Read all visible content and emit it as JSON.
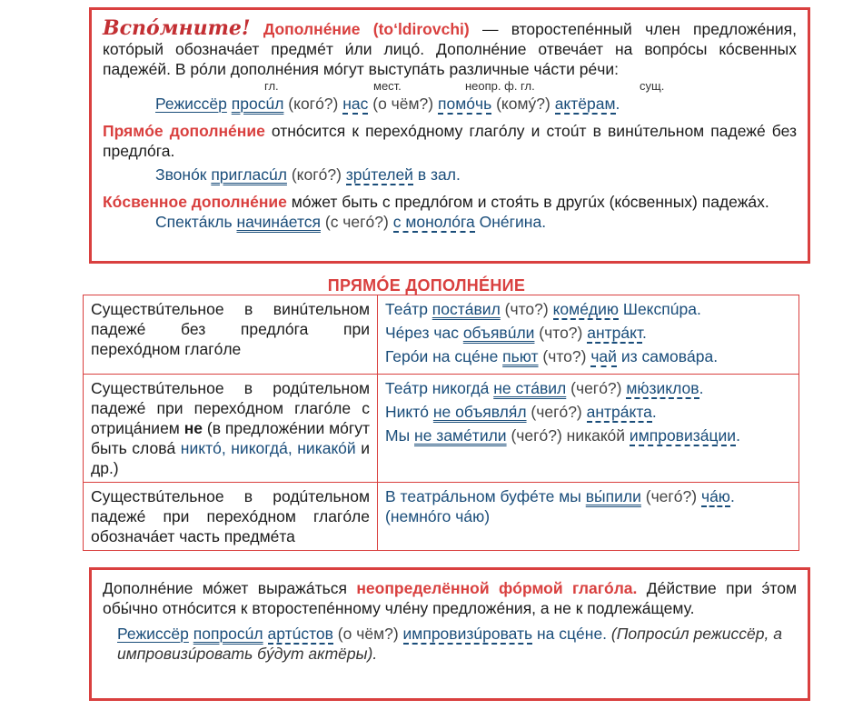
{
  "box1": {
    "title": "Вспóмните!",
    "term": "Дополнéние (to‘ldirovchi)",
    "intro": " — второстепéнный член предложéния, котóрый обозначáет предмéт и́ли лицó. Дополнéние отвечáет на вопрóсы кóсвенных падежéй. В рóли дополнéния мóгут выступáть различные чáсти рéчи:",
    "pos_labels": [
      "гл.",
      "мест.",
      "неопр. ф. гл.",
      "сущ."
    ],
    "example1": {
      "w1": "Режиссёр",
      "w2": "просúл",
      "q1": " (когó?) ",
      "w3": "нас",
      "q2": " (о чём?) ",
      "w4": "помóчь",
      "q3": " (комý?) ",
      "w5": "актёрам",
      "end": "."
    },
    "direct_term": "Прямóе дополнéние",
    "direct_text": " отнóсится к перехóдному глагóлу и стоúт в винúтельном падежé без предлóга.",
    "example2": {
      "w1": "Звонóк ",
      "w2": "пригласúл",
      "q1": " (когó?) ",
      "w3": "зрúтелей",
      "end": " в зал."
    },
    "indirect_term": "Кóсвенное дополнéние",
    "indirect_text": " мóжет быть с предлóгом и стоя́ть в другúх (кóсвенных) падежáх.",
    "example3": {
      "w1": "Спектáкль ",
      "w2": "начинáется",
      "q1": " (с чегó?) ",
      "w3": "с монолóга",
      "end": " Онéгина."
    }
  },
  "heading": "ПРЯМÓЕ ДОПОЛНÉНИЕ",
  "table": {
    "row1": {
      "left": "Существúтельное в винúтельном падежé без предлóга при перехóдном глагóле",
      "lines": [
        {
          "a": "Теáтр ",
          "b": "постáвил",
          "q": " (что?) ",
          "c": "комéдию",
          "d": " Шекспúра."
        },
        {
          "a": "Чéрез час ",
          "b": "объявúли",
          "q": " (что?) ",
          "c": "антрáкт",
          "d": "."
        },
        {
          "a": "Герóи на сцéне ",
          "b": "пьют",
          "q": " (что?) ",
          "c": "чай",
          "d": " из самовáра."
        }
      ]
    },
    "row2": {
      "left_a": "Существúтельное в родúтельном падежé при перехóдном глагóле с отрицáнием ",
      "left_ne": "не",
      "left_b": " (в предложéнии мóгут быть словá ",
      "left_words": "никтó, никогдá, никакóй",
      "left_c": " и др.)",
      "lines": [
        {
          "a": "Теáтр никогдá ",
          "b": "не стáвил",
          "q": " (чегó?) ",
          "c": "мю́зиклов",
          "d": "."
        },
        {
          "a": "Никтó ",
          "b": "не объявля́л",
          "q": " (чегó?) ",
          "c": "антрáкта",
          "d": "."
        },
        {
          "a": "Мы ",
          "b": "не замéтили",
          "q": " (чегó?) никакóй ",
          "c": "импровизáции",
          "d": "."
        }
      ]
    },
    "row3": {
      "left": "Существúтельное в родúтельном падежé при перехóдном глагóле обозначáет часть предмéта",
      "line_a": "В театрáльном буфéте мы ",
      "line_b": "вы́пили",
      "line_q": " (чегó?) ",
      "line_c": "чáю",
      "line_d": ".",
      "line2": "(немнóго чáю)"
    }
  },
  "box2": {
    "text_a": "Дополнéние мóжет выражáться ",
    "text_red": "неопределённой фóрмой глагóла.",
    "text_b": " Дéйствие при э́том обы́чно отнóсится к второстепéнному члéну предложéния, а не к подлежáщему.",
    "ex": {
      "w1": "Режиссёр",
      "w2": "попросúл",
      "w3": "артúстов",
      "q": " (о чём?) ",
      "w4": "импровизúровать",
      "w5": " на сцéне.",
      "note": " (Попросúл режиссёр, а импровизúровать бýдут актёры)."
    }
  }
}
